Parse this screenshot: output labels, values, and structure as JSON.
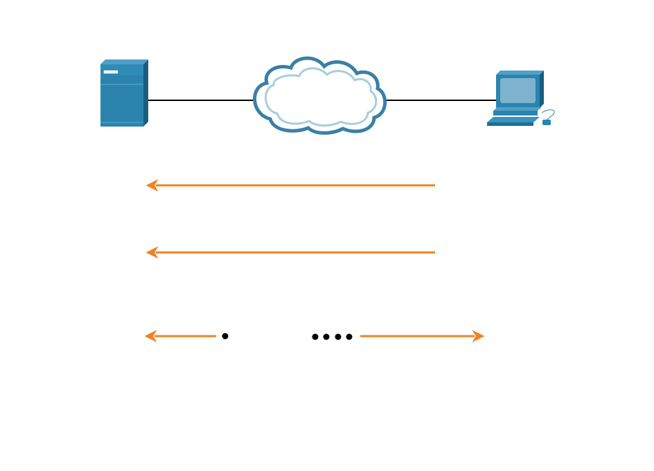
{
  "diagram": {
    "nodes": [
      {
        "id": "server",
        "icon": "server-icon"
      },
      {
        "id": "internet",
        "icon": "cloud-icon"
      },
      {
        "id": "client",
        "icon": "desktop-computer-icon"
      }
    ],
    "links": [
      {
        "from": "server",
        "to": "internet"
      },
      {
        "from": "internet",
        "to": "client"
      }
    ],
    "message_arrows": [
      {
        "direction": "to-server"
      },
      {
        "direction": "to-server"
      },
      {
        "direction": "both-ways",
        "dots_left": 1,
        "dots_right": 4
      }
    ]
  },
  "colors": {
    "arrow": "#F08226",
    "device_dark": "#1E6E94",
    "device_mid": "#2A84AE",
    "device_light": "#7FB2CF",
    "cloud_outer": "#3B7FA6",
    "cloud_inner": "#A9CCE0",
    "link": "#000000",
    "background": "#FFFFFF"
  }
}
